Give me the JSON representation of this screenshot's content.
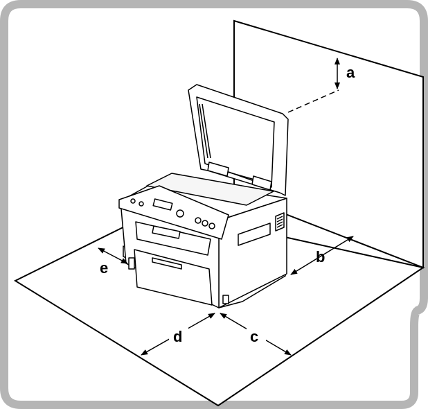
{
  "colors": {
    "frame": "#b5b5b5",
    "line": "#000000",
    "printer_fill": "#ffffff",
    "background": "#ffffff"
  },
  "icons": [
    "printer-illustration",
    "dimension-arrow"
  ],
  "labels": {
    "a": "a",
    "b": "b",
    "c": "c",
    "d": "d",
    "e": "e"
  }
}
